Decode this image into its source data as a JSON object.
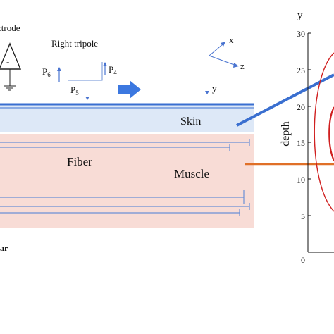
{
  "labels": {
    "electrode_fragment": "ctrode",
    "right_tripole": "Right tripole",
    "minus_sign": "-",
    "p6_base": "P",
    "p6_sub": "6",
    "p4_base": "P",
    "p4_sub": "4",
    "p5_base": "P",
    "p5_sub": "5",
    "axis_x": "x",
    "axis_z": "z",
    "axis_y": "y",
    "skin": "Skin",
    "fiber": "Fiber",
    "muscle": "Muscle",
    "bottom_fragment": "ar"
  },
  "plot": {
    "y_axis_title": "y",
    "y_label": "depth",
    "y_ticks": [
      "30",
      "25",
      "20",
      "15",
      "10",
      "5",
      "0"
    ]
  },
  "colors": {
    "skin_fill": "#dde8f7",
    "muscle_fill": "#f8dcd6",
    "skin_line": "#3a6fd0",
    "fiber_line": "#6b8fd6",
    "arrow_blue": "#3c78e0",
    "callout_orange": "#e07028",
    "curve_red": "#d02020"
  }
}
